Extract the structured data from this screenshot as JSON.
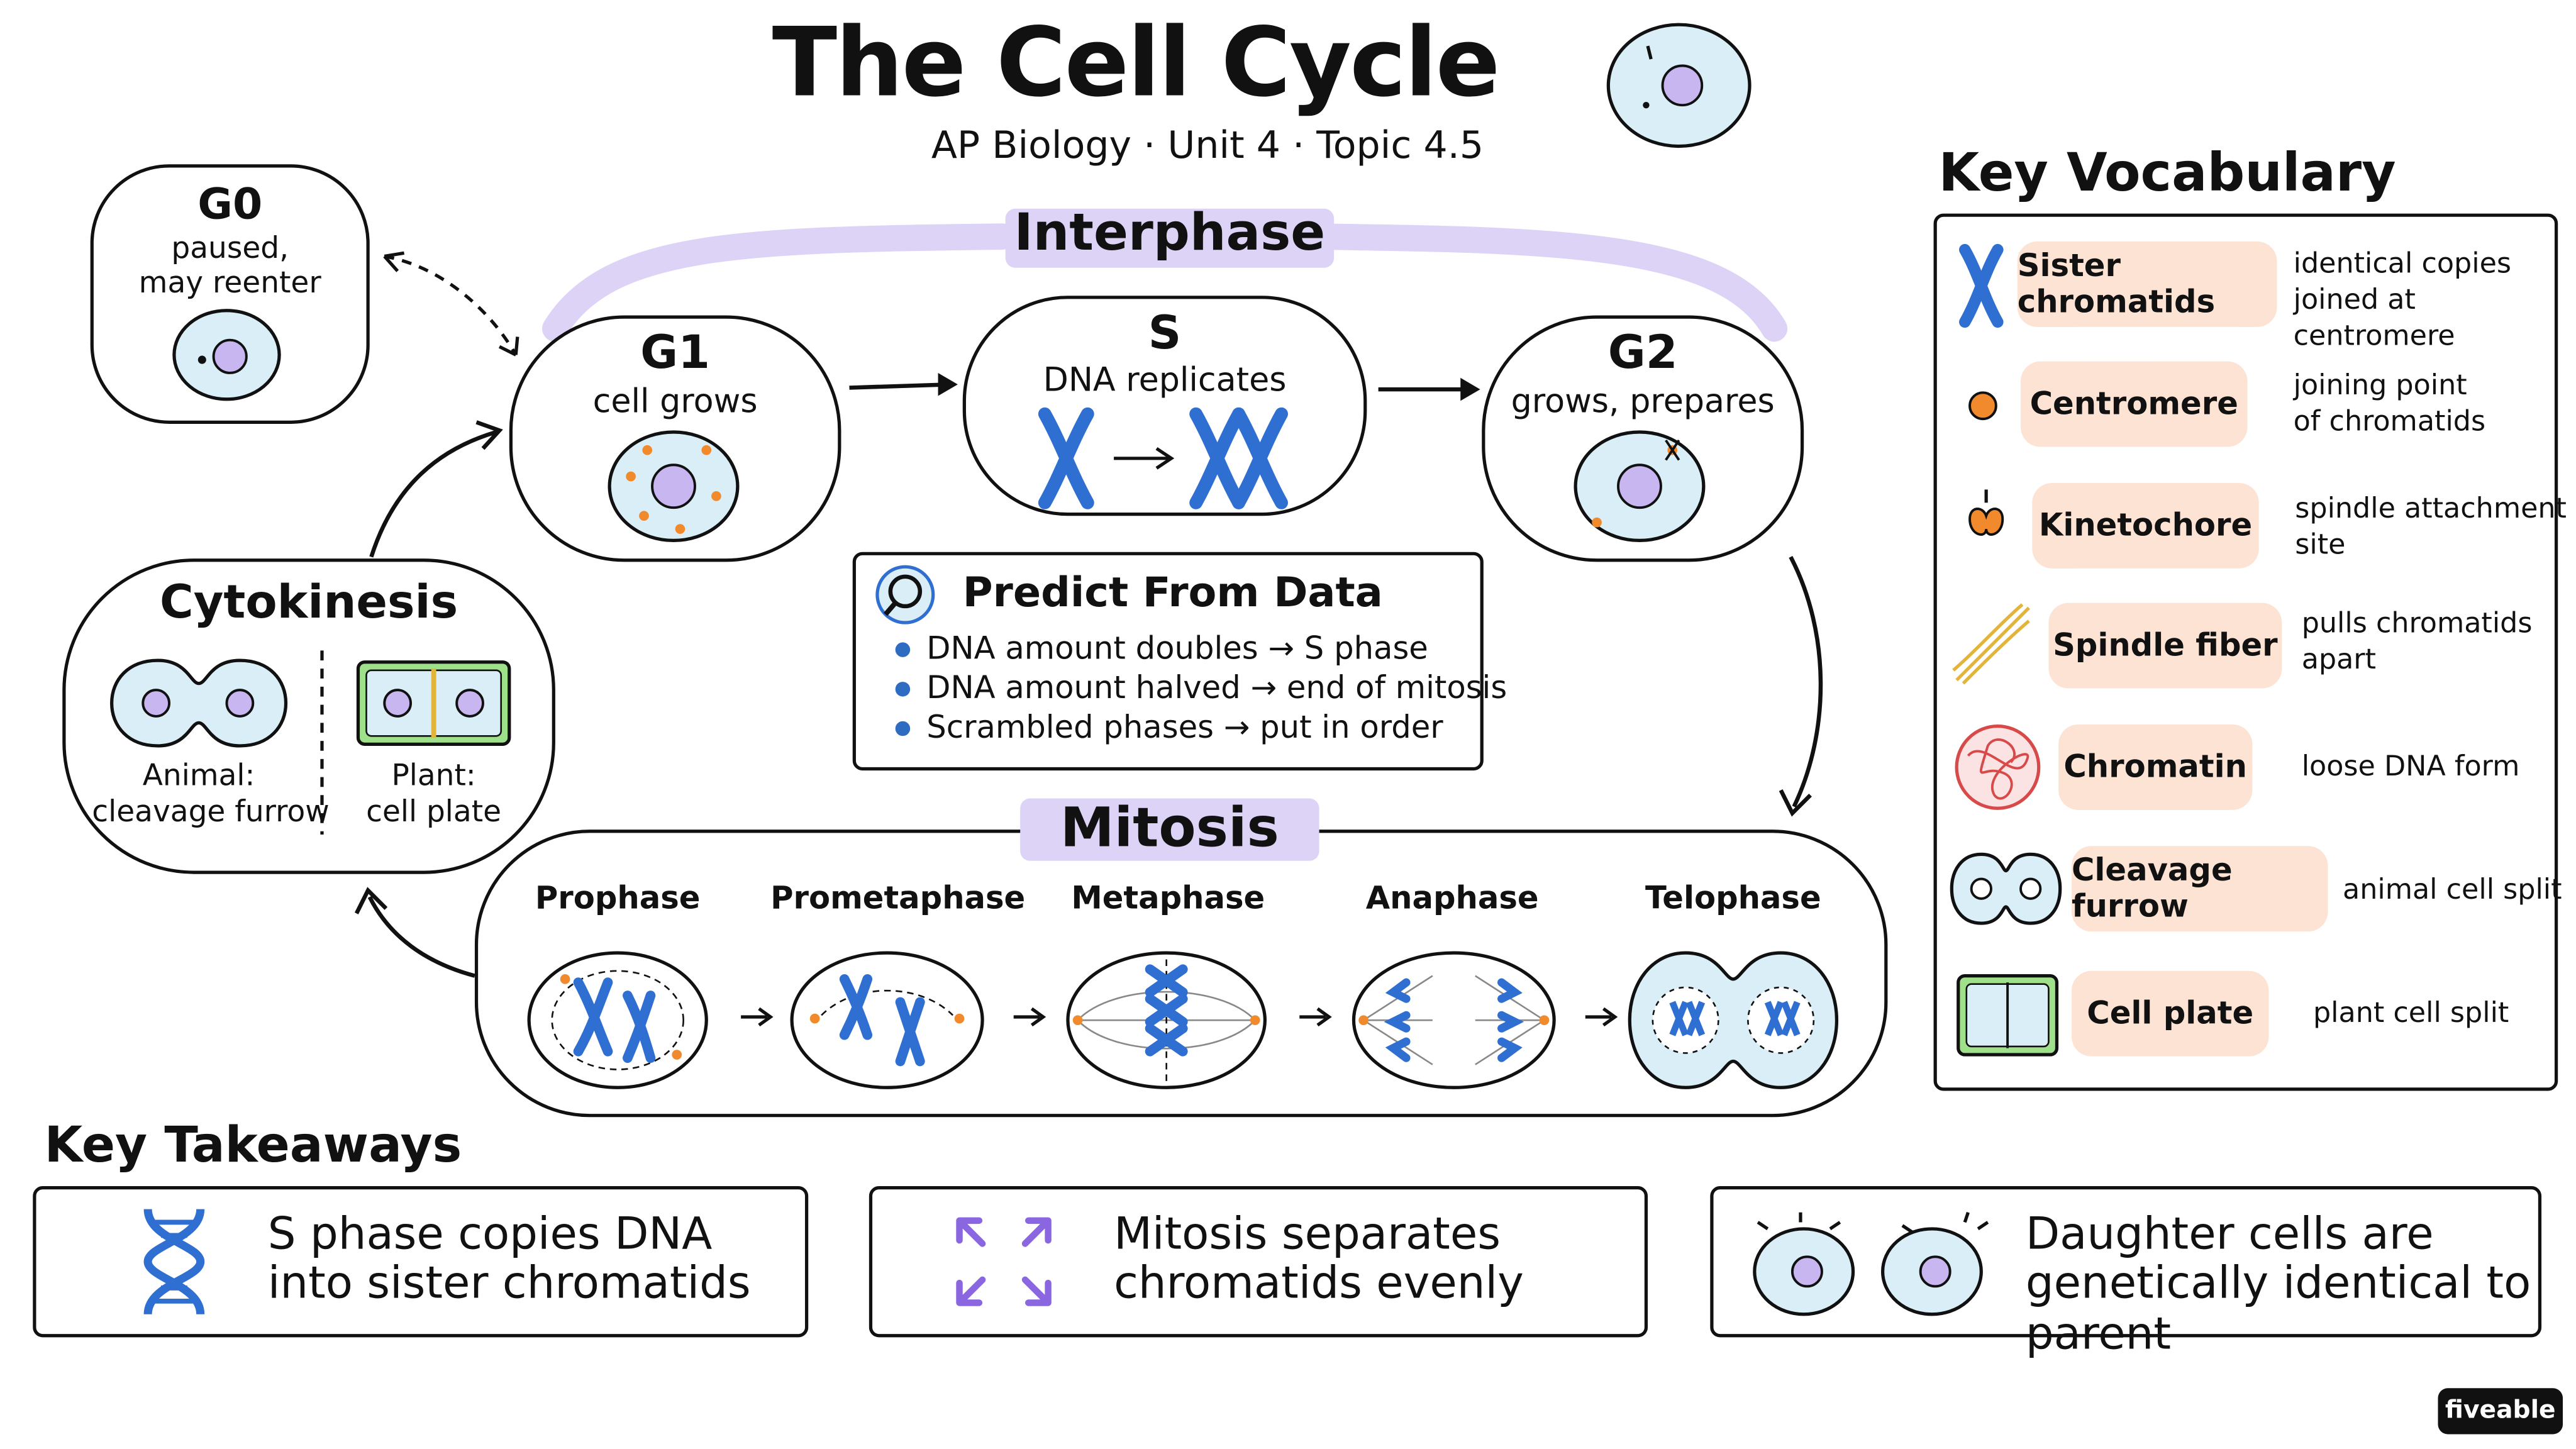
{
  "header": {
    "title": "The Cell Cycle",
    "subtitle": "AP Biology · Unit 4 · Topic 4.5"
  },
  "g0": {
    "title": "G0",
    "line1": "paused,",
    "line2": "may reenter"
  },
  "interphase": {
    "label": "Interphase",
    "g1": {
      "title": "G1",
      "desc": "cell grows"
    },
    "s": {
      "title": "S",
      "desc": "DNA replicates"
    },
    "g2": {
      "title": "G2",
      "desc": "grows, prepares"
    }
  },
  "cytokinesis": {
    "title": "Cytokinesis",
    "animal_line1": "Animal:",
    "animal_line2": "cleavage furrow",
    "plant_line1": "Plant:",
    "plant_line2": "cell plate"
  },
  "predict": {
    "title": "Predict From Data",
    "items": [
      "DNA amount doubles → S phase",
      "DNA amount halved → end of mitosis",
      "Scrambled phases → put in order"
    ]
  },
  "mitosis": {
    "label": "Mitosis",
    "stages": [
      "Prophase",
      "Prometaphase",
      "Metaphase",
      "Anaphase",
      "Telophase"
    ]
  },
  "vocab": {
    "title": "Key Vocabulary",
    "items": [
      {
        "term": "Sister chromatids",
        "def1": "identical copies",
        "def2": "joined at centromere",
        "icon": "chromosome-x-icon"
      },
      {
        "term": "Centromere",
        "def1": "joining point",
        "def2": "of chromatids",
        "icon": "orange-dot-icon"
      },
      {
        "term": "Kinetochore",
        "def1": "spindle attachment",
        "def2": "site",
        "icon": "kinetochore-icon"
      },
      {
        "term": "Spindle fiber",
        "def1": "pulls chromatids",
        "def2": "apart",
        "icon": "spindle-fiber-icon"
      },
      {
        "term": "Chromatin",
        "def1": "loose DNA form",
        "def2": "",
        "icon": "chromatin-tangle-icon"
      },
      {
        "term": "Cleavage furrow",
        "def1": "animal cell split",
        "def2": "",
        "icon": "pinched-cell-icon"
      },
      {
        "term": "Cell plate",
        "def1": "plant cell split",
        "def2": "",
        "icon": "plant-cell-icon"
      }
    ]
  },
  "takeaways": {
    "title": "Key Takeaways",
    "items": [
      {
        "line1": "S phase copies DNA",
        "line2": "into sister chromatids",
        "icon": "dna-helix-icon"
      },
      {
        "line1": "Mitosis separates",
        "line2": "chromatids evenly",
        "icon": "split-arrows-icon"
      },
      {
        "line1": "Daughter cells are",
        "line2": "genetically identical to parent",
        "icon": "daughter-cells-icon"
      }
    ]
  },
  "brand": {
    "name": "fiveable"
  },
  "colors": {
    "cell_fill": "#d9eef6",
    "nucleus": "#c8b6f0",
    "chromosome": "#2f6fd1",
    "highlight": "#dcd3f7",
    "pill": "#fde3d4",
    "orange": "#f08a2c"
  }
}
